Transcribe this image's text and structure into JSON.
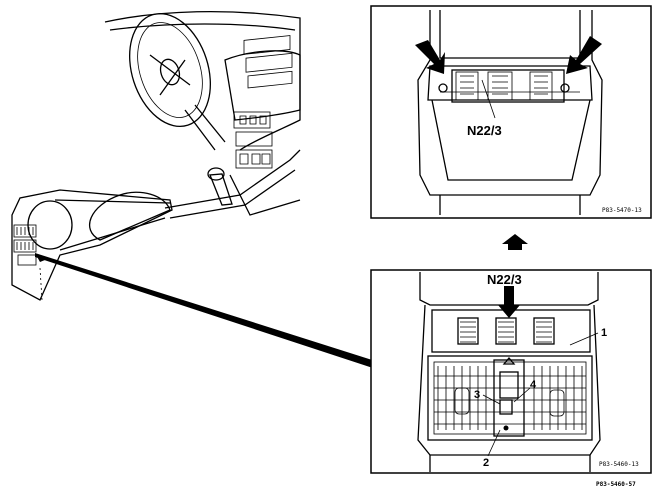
{
  "labels": {
    "top_panel_component": "N22/3",
    "bottom_panel_component": "N22/3",
    "callout_1": "1",
    "callout_2": "2",
    "callout_3": "3",
    "callout_4": "4"
  },
  "reference_codes": {
    "top_panel": "P83-5470-13",
    "bottom_panel": "P83-5460-13",
    "figure": "P83-5460-57"
  }
}
